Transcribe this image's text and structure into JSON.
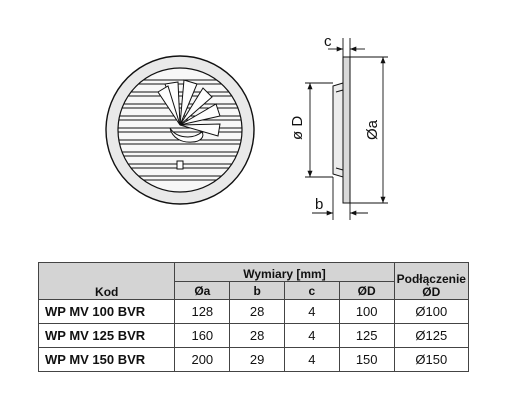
{
  "drawing": {
    "labels": {
      "c": "c",
      "b": "b",
      "diameter_D": "ø D",
      "diameter_a": "Øa"
    }
  },
  "table": {
    "headers": {
      "kod": "Kod",
      "dimensions_group": "Wymiary [mm]",
      "a": "Øa",
      "b": "b",
      "c": "c",
      "D": "ØD",
      "connection_line1": "Podłączenie",
      "connection_line2": "ØD"
    },
    "rows": [
      {
        "code": "WP MV 100 BVR",
        "a": "128",
        "b": "28",
        "c": "4",
        "D": "100",
        "connection": "Ø100"
      },
      {
        "code": "WP MV 125 BVR",
        "a": "160",
        "b": "28",
        "c": "4",
        "D": "125",
        "connection": "Ø125"
      },
      {
        "code": "WP MV 150 BVR",
        "a": "200",
        "b": "29",
        "c": "4",
        "D": "150",
        "connection": "Ø150"
      }
    ]
  }
}
